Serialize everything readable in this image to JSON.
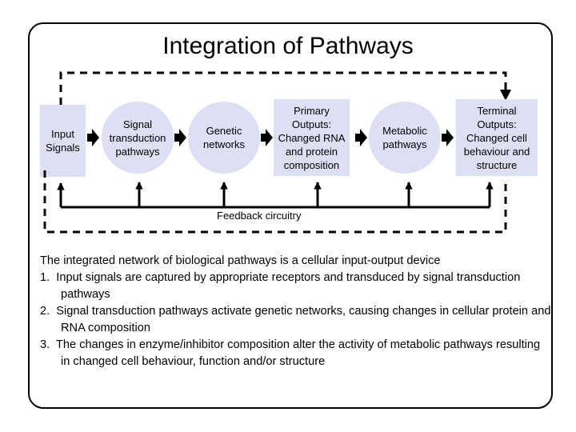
{
  "diagram": {
    "title": "Integration of Pathways",
    "nodes": [
      {
        "id": "input",
        "label": "Input\nSignals",
        "shape": "rect"
      },
      {
        "id": "signal",
        "label": "Signal\ntransduction\npathways",
        "shape": "circle"
      },
      {
        "id": "genetic",
        "label": "Genetic\nnetworks",
        "shape": "circle"
      },
      {
        "id": "primary",
        "label": "Primary\nOutputs:\nChanged RNA\nand protein\ncomposition",
        "shape": "rect"
      },
      {
        "id": "metabolic",
        "label": "Metabolic\npathways",
        "shape": "circle"
      },
      {
        "id": "terminal",
        "label": "Terminal\nOutputs:\nChanged cell\nbehaviour and\nstructure",
        "shape": "rect"
      }
    ],
    "feedback_label": "Feedback circuitry",
    "colors": {
      "node_fill": "#dde0f5",
      "line": "#000000"
    }
  },
  "description": {
    "intro": "The integrated network of biological pathways is a cellular input-output device",
    "items": [
      "1.  Input signals are captured by appropriate receptors and transduced by signal transduction pathways",
      "2.  Signal transduction pathways activate genetic networks, causing changes in cellular protein and RNA composition",
      "3.  The changes in enzyme/inhibitor composition alter the activity of metabolic pathways resulting in changed cell behaviour, function and/or structure"
    ]
  }
}
